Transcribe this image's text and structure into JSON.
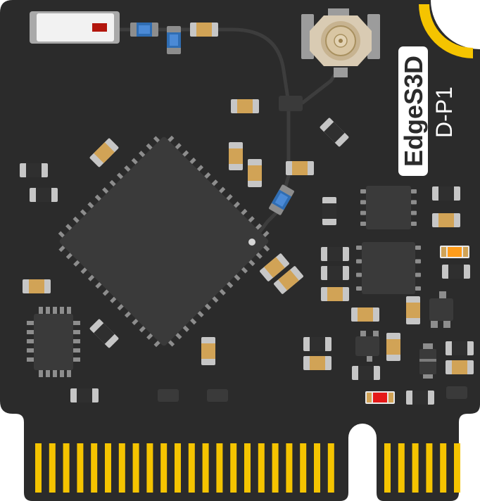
{
  "board": {
    "brand_label": "EdgeS3D",
    "model_label": "D-P1"
  },
  "colors": {
    "pcb": "#2b2b2b",
    "pcb_edge": "#1f1f1f",
    "ic": "#3a3a3a",
    "pin": "#8d8d8d",
    "gold": "#f5c400",
    "trace": "#3d3d3d",
    "resistor_body": "#dcdcdc",
    "cap_tan": "#d1a356",
    "cap_blue": "#2f6db3",
    "led_red": "#e51919",
    "led_orange": "#ff9c1a",
    "silk": "#ffffff"
  },
  "components": {
    "edge_fingers_left_count": 22,
    "edge_fingers_right_count": 6,
    "connector_icon": "uFL-antenna-connector-icon",
    "switch_icon": "slide-switch-icon",
    "mcu_icon": "esp32-s3-chip-icon"
  }
}
